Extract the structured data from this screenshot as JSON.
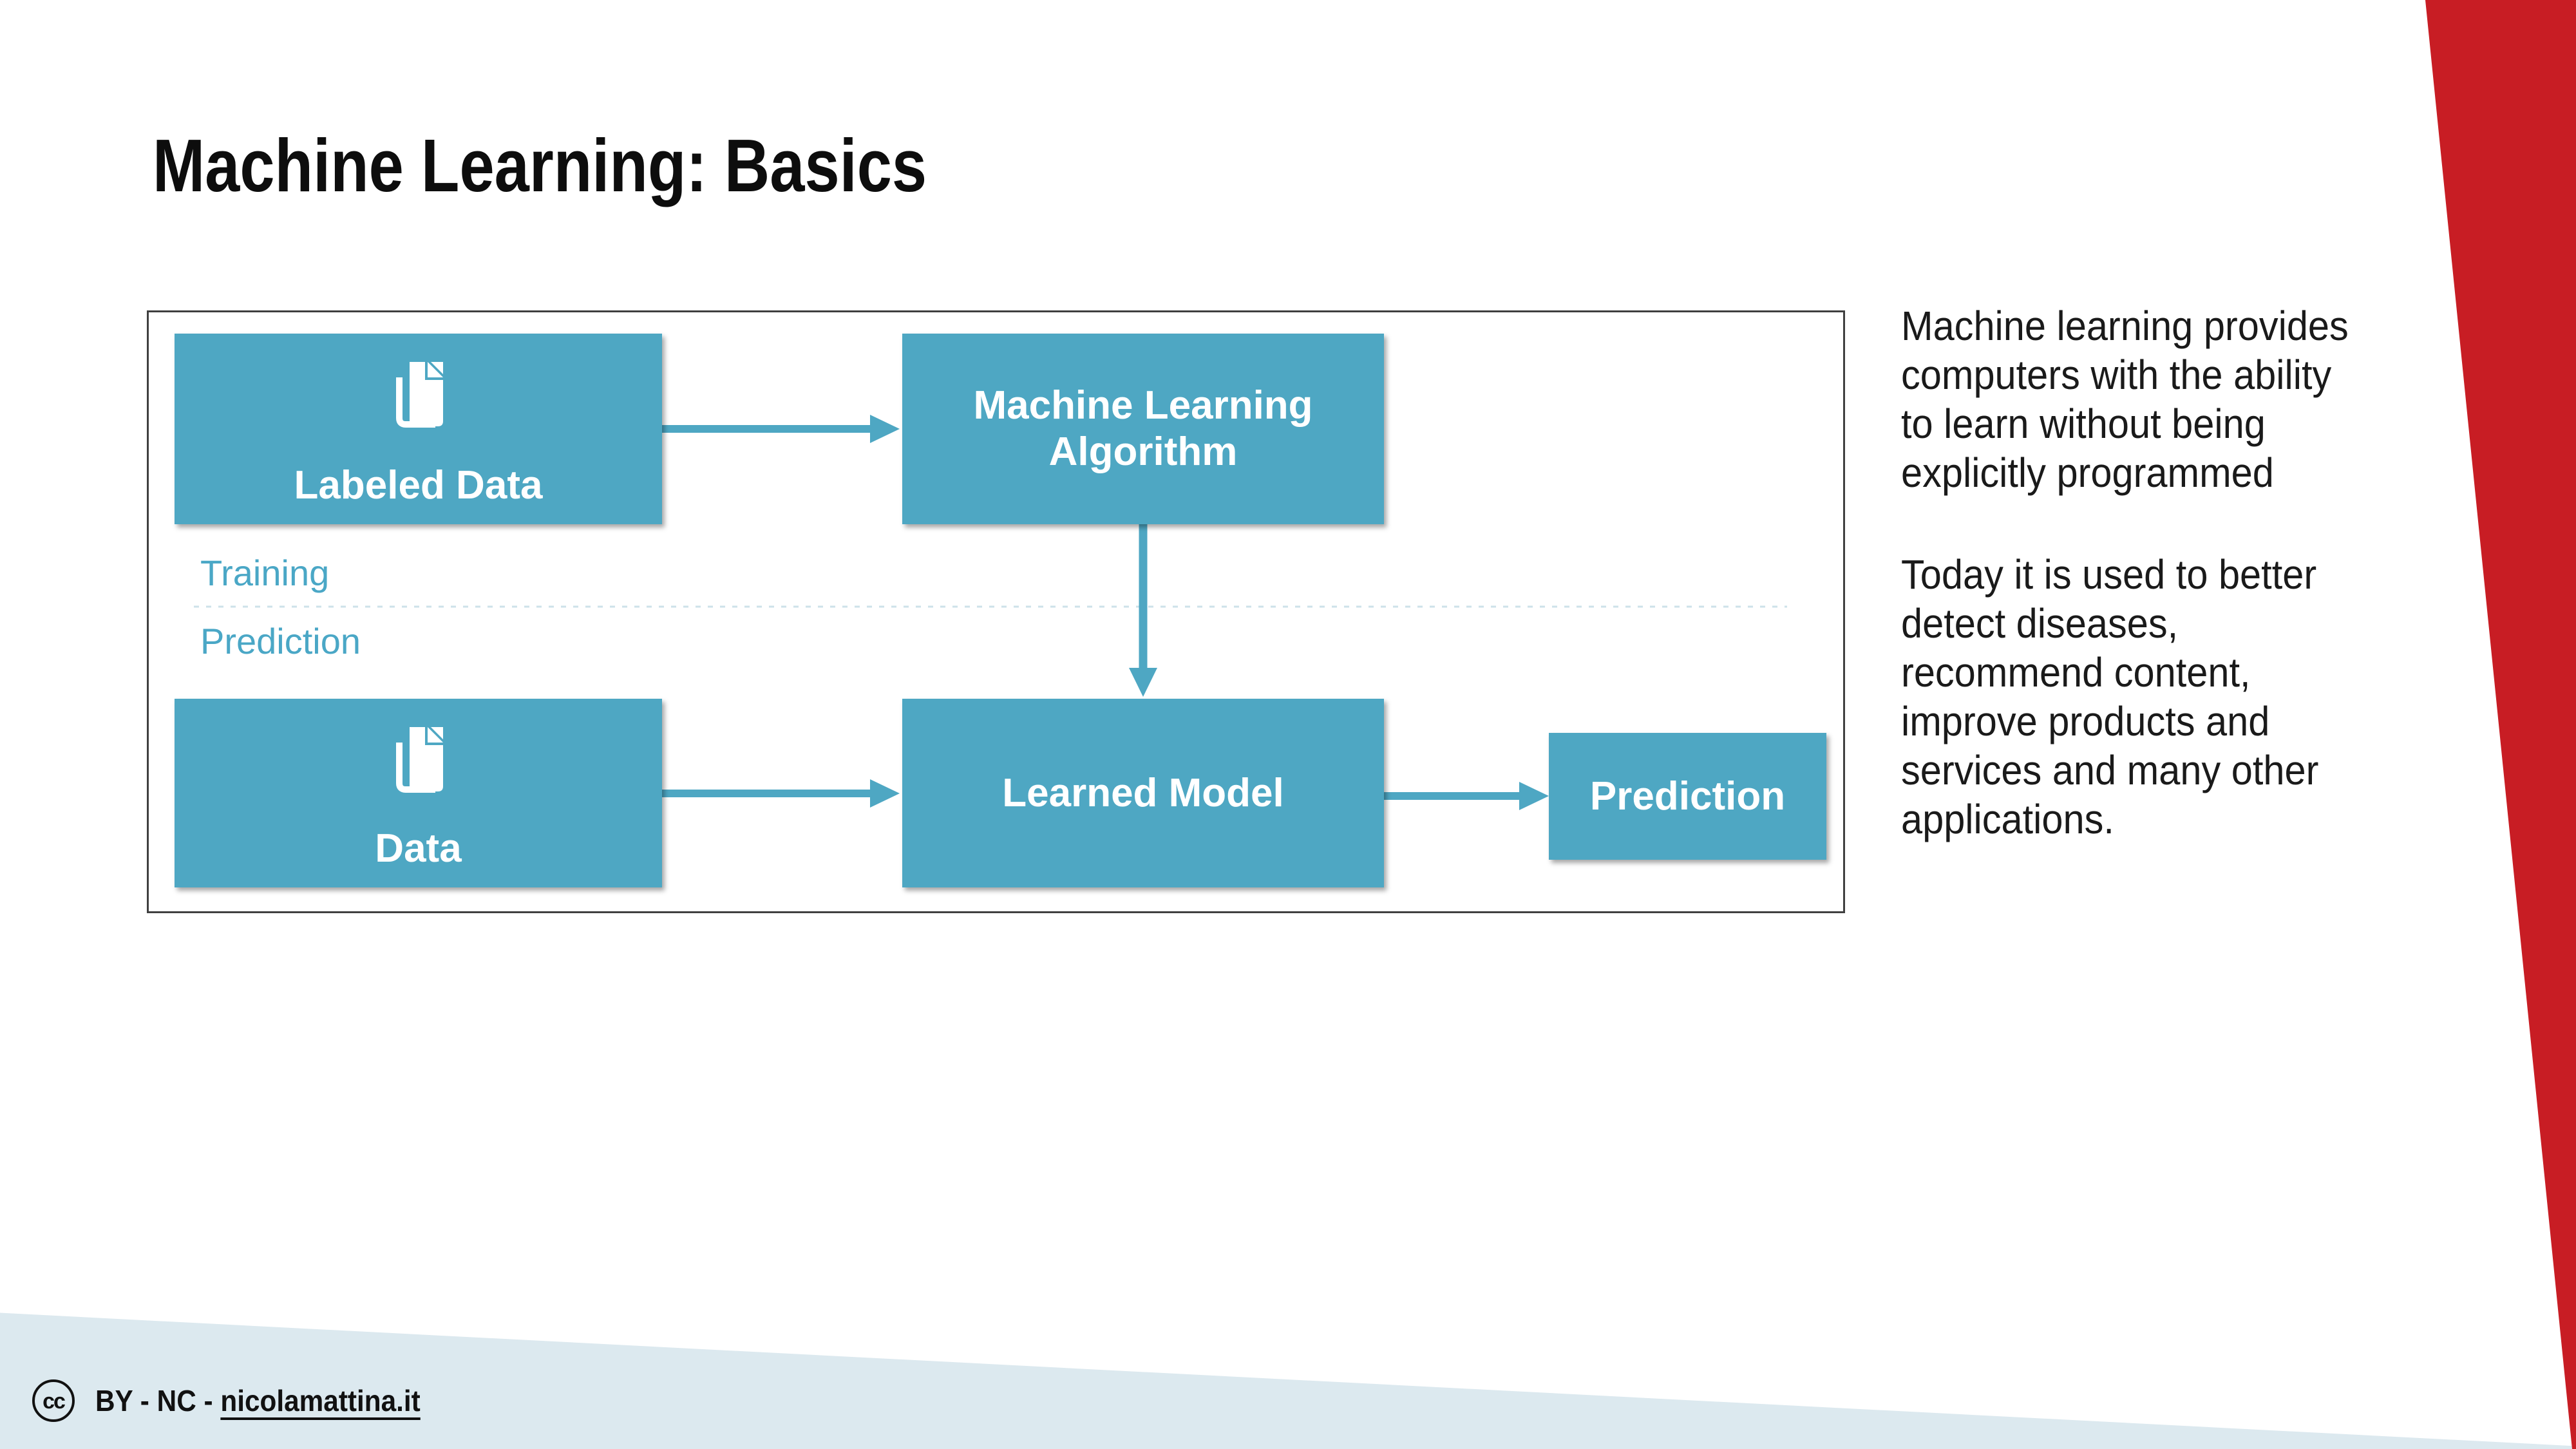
{
  "page": {
    "title": "Machine Learning: Basics"
  },
  "colors": {
    "accent_teal": "#4ea7c3",
    "accent_red": "#c81d24",
    "footer_band_blue": "#dce9ef",
    "divider_dotted": "#cde2ea"
  },
  "diagram": {
    "boxes": {
      "labeled_data": "Labeled Data",
      "ml_algorithm": "Machine Learning\nAlgorithm",
      "data": "Data",
      "learned_model": "Learned Model",
      "prediction": "Prediction"
    },
    "phase_labels": {
      "training": "Training",
      "prediction": "Prediction"
    },
    "icons": {
      "labeled_data_icon": "document-pages-icon",
      "data_icon": "document-pages-icon"
    }
  },
  "description": {
    "paragraph1": "Machine learning provides\ncomputers with the ability\nto learn without being\nexplicitly programmed",
    "paragraph2": "Today it is used to better\ndetect diseases,\nrecommend content,\nimprove products and\nservices and many other\napplications."
  },
  "footer": {
    "cc_label": "cc",
    "license_prefix": "BY - NC - ",
    "link": "nicolamattina.it"
  }
}
